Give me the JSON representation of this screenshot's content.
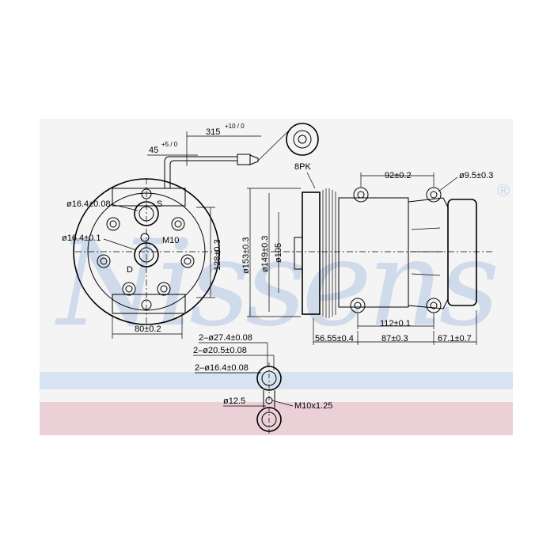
{
  "watermark": {
    "brand": "Nissens",
    "registered_mark": "®"
  },
  "colors": {
    "band_blue": "#d7e3f1",
    "band_pink": "#ecd0d8",
    "panel": "#f4f4f4",
    "watermark": "#c9d6ea"
  },
  "front_view": {
    "hose_length": "315",
    "hose_length_tol": "+10 / 0",
    "angle": "45",
    "angle_tol": "+5 / 0",
    "port_s_dia": "ø16.4±0.08",
    "port_d_dia": "ø16.4±0.1",
    "port_s_label": "S",
    "port_d_label": "D",
    "thread": "M10",
    "height": "128±0.3",
    "width": "80±0.2"
  },
  "side_view": {
    "belt": "8PK",
    "pulley_outer": "ø153±0.3",
    "pulley_mid": "ø149±0.3",
    "pulley_inner": "ø105",
    "mount_top": "92±0.2",
    "mount_hole": "ø9.5±0.3",
    "mount_bottom": "112±0.1",
    "len_a": "56.55±0.4",
    "len_b": "87±0.3",
    "len_c": "67.1±0.7"
  },
  "fitting_view": {
    "d1": "2–ø27.4±0.08",
    "d2": "2–ø20.5±0.08",
    "d3": "2–ø16.4±0.08",
    "hole": "ø12.5",
    "thread": "M10x1.25"
  }
}
